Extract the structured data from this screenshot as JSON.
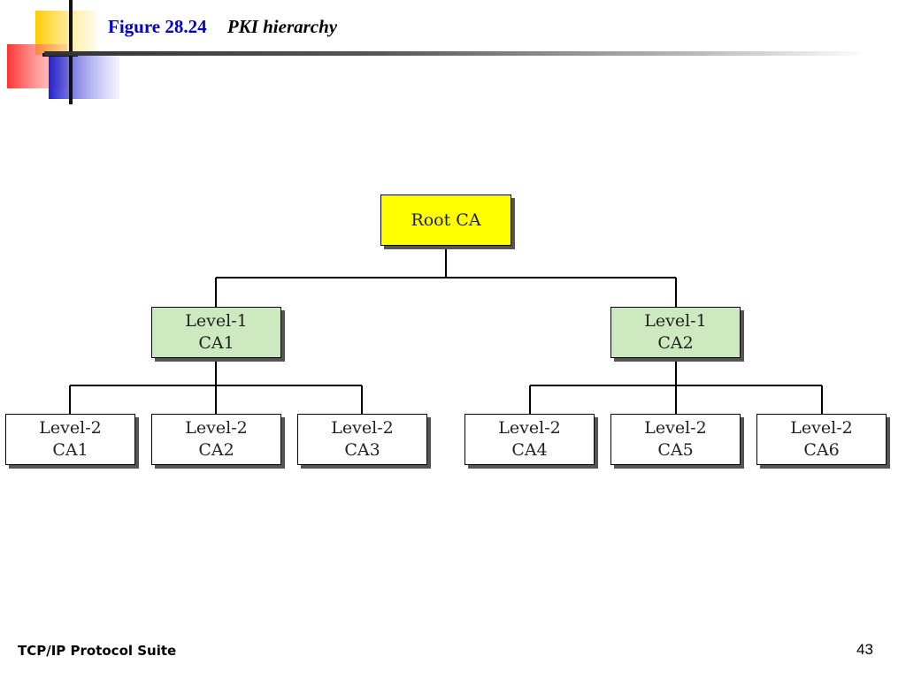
{
  "header": {
    "figure_label": "Figure 28.24",
    "figure_title": "PKI hierarchy"
  },
  "diagram": {
    "root": {
      "line1": "Root CA"
    },
    "level1": [
      {
        "line1": "Level-1",
        "line2": "CA1"
      },
      {
        "line1": "Level-1",
        "line2": "CA2"
      }
    ],
    "level2": [
      {
        "line1": "Level-2",
        "line2": "CA1"
      },
      {
        "line1": "Level-2",
        "line2": "CA2"
      },
      {
        "line1": "Level-2",
        "line2": "CA3"
      },
      {
        "line1": "Level-2",
        "line2": "CA4"
      },
      {
        "line1": "Level-2",
        "line2": "CA5"
      },
      {
        "line1": "Level-2",
        "line2": "CA6"
      }
    ]
  },
  "footer": {
    "suite": "TCP/IP Protocol Suite",
    "page_number": "43"
  },
  "colors": {
    "root_fill": "#ffff00",
    "level1_fill": "#cde9c0",
    "level2_fill": "#ffffff",
    "title_color": "#0000cc"
  }
}
